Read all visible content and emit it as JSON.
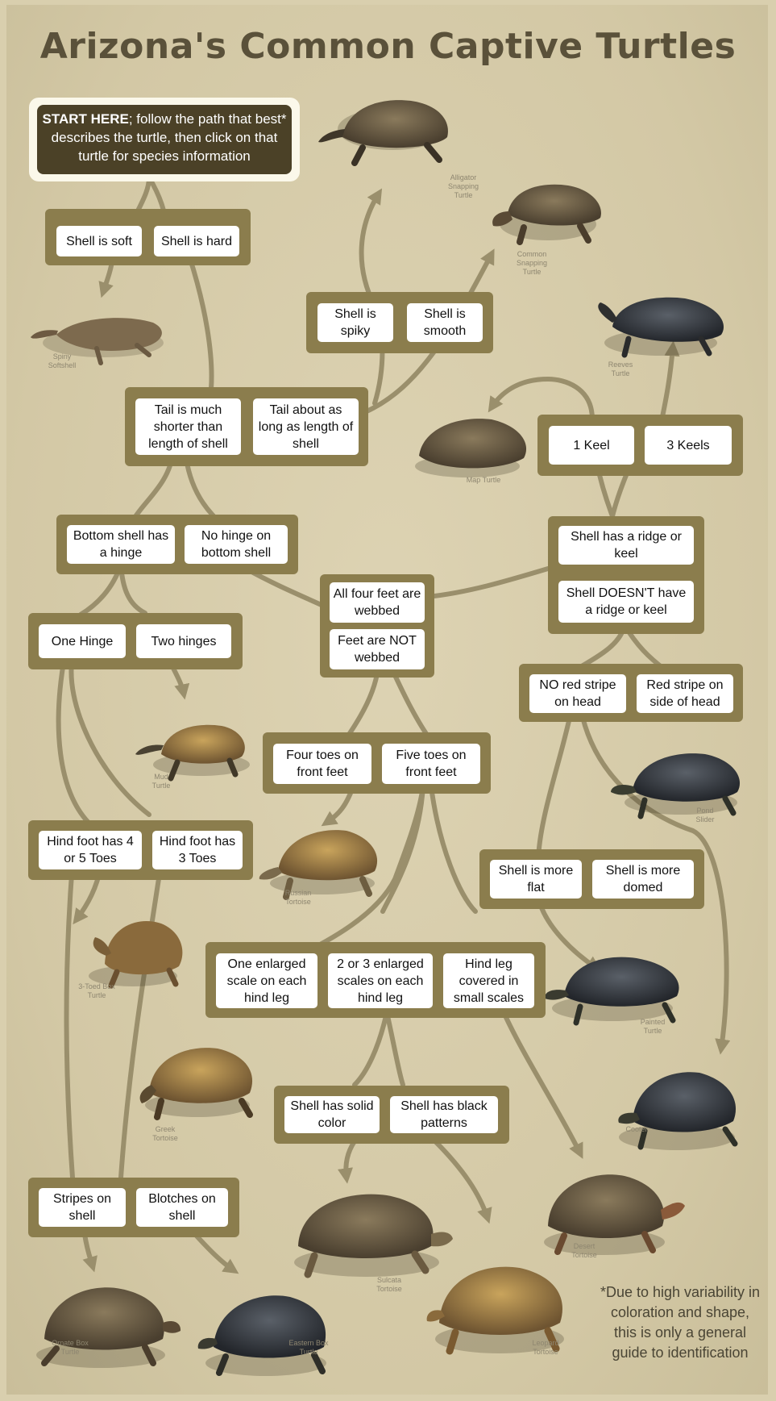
{
  "title": "Arizona's Common Captive Turtles",
  "start": {
    "bold": "START HERE",
    "rest": "; follow the path that best* describes the turtle, then click on that turtle for species information"
  },
  "choices": {
    "soft": "Shell is soft",
    "hard": "Shell is hard",
    "spiky": "Shell is spiky",
    "smooth": "Shell is smooth",
    "tail_short": "Tail is much shorter than length of shell",
    "tail_long": "Tail about as long as length of shell",
    "hinge": "Bottom shell has a hinge",
    "no_hinge": "No hinge on bottom shell",
    "one_hinge": "One Hinge",
    "two_hinges": "Two hinges",
    "webbed": "All four feet are webbed",
    "not_webbed": "Feet are NOT webbed",
    "keel1": "1 Keel",
    "keel3": "3 Keels",
    "ridge": "Shell has a ridge or keel",
    "no_ridge": "Shell DOESN'T have a ridge or keel",
    "no_red": "NO red stripe on head",
    "red": "Red stripe on side of head",
    "four_toes": "Four toes on front feet",
    "five_toes": "Five toes on front feet",
    "hind45": "Hind foot has 4 or 5 Toes",
    "hind3": "Hind foot has 3 Toes",
    "flat": "Shell is more flat",
    "domed": "Shell is more domed",
    "one_scale": "One enlarged scale on each hind leg",
    "two_three": "2 or 3 enlarged scales on each hind leg",
    "small_scales": "Hind leg covered in small scales",
    "solid": "Shell has solid color",
    "black": "Shell has black patterns",
    "stripes": "Stripes on shell",
    "blotches": "Blotches on shell"
  },
  "turtles": {
    "alligator": "Alligator Snapping Turtle",
    "common": "Common Snapping Turtle",
    "softshell": "Spiny Softshell",
    "reeves": "Reeves Turtle",
    "map": "Map Turtle",
    "mud": "Mud Turtle",
    "slider": "Pond Slider",
    "russian": "Russian Tortoise",
    "threetoed": "3-Toed Box Turtle",
    "painted": "Painted Turtle",
    "greek": "Greek Tortoise",
    "cooter": "Cooter",
    "desert": "Desert Tortoise",
    "sulcata": "Sulcata Tortoise",
    "leopard": "Leopard Tortoise",
    "ornate": "Ornate Box Turtle",
    "eastern": "Eastern Box Turtle"
  },
  "footnote": "*Due to high variability in coloration and shape, this is only a general guide to identification",
  "colors": {
    "background": "#d3c8a5",
    "frame": "#8b7d4d",
    "start_box": "#4b4127",
    "path": "#9a8f6c"
  }
}
